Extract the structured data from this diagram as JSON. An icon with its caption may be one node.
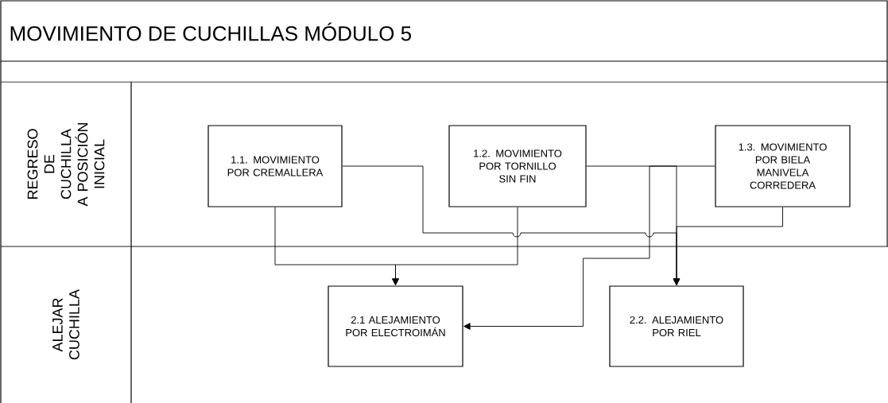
{
  "diagram": {
    "title": "MOVIMIENTO DE CUCHILLAS MÓDULO 5",
    "nodes": [
      {
        "text": [
          "REGRESO DE CUCHILLA A POSICIÓN INICIAL"
        ]
      },
      {
        "text": [
          "1.1. MOVIMIENTO POR CREMALLERA"
        ],
        "in": 0
      },
      {
        "text": [
          "1.2. MOVIMIENTO POR TORNILLO SIN FIN"
        ],
        "in": 0
      },
      {
        "text": [
          "1.3. MOVIMIENTO POR BIELA MANIVELA CORREDERA"
        ],
        "in": 0
      },
      {
        "text": [
          "ALEJAR CUCHILLA"
        ]
      },
      {
        "text": [
          "2.1 ALEJAMIENTO POR ELECTROIMÁN"
        ],
        "in": 4
      },
      {
        "text": [
          "2.2. ALEJAMIENTO POR RIEL"
        ],
        "in": 4
      }
    ],
    "edges": [
      {
        "from": 1,
        "to": 5,
        "arrow": "to"
      },
      {
        "from": 2,
        "to": 5,
        "arrow": "to"
      },
      {
        "from": 1,
        "to": 6,
        "arrow": "to"
      },
      {
        "from": 2,
        "to": 6,
        "arrow": "to"
      },
      {
        "from": 3,
        "to": 5,
        "arrow": "to"
      },
      {
        "from": 3,
        "to": 6,
        "arrow": "to"
      }
    ]
  }
}
